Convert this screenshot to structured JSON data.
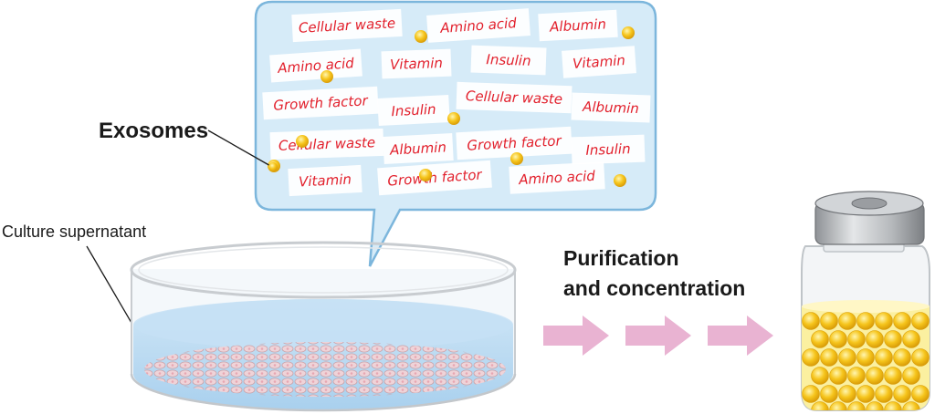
{
  "labels": {
    "exosomes": "Exosomes",
    "culture_supernatant": "Culture supernatant",
    "process_line1": "Purification",
    "process_line2": "and concentration"
  },
  "bubble_items": [
    "Cellular waste",
    "Amino acid",
    "Albumin",
    "Amino acid",
    "Vitamin",
    "Insulin",
    "Vitamin",
    "Growth factor",
    "Insulin",
    "Cellular waste",
    "Albumin",
    "Cellular waste",
    "Albumin",
    "Growth factor",
    "Insulin",
    "Vitamin",
    "Growth factor",
    "Amino acid"
  ],
  "colors": {
    "tag_text": "#e2202c",
    "bubble_fill": "#d6ebf8",
    "bubble_stroke": "#7cb6dc",
    "arrow": "#e9b3d2",
    "exosome": "#f3c21b",
    "liquid": "#fbf0a0"
  }
}
